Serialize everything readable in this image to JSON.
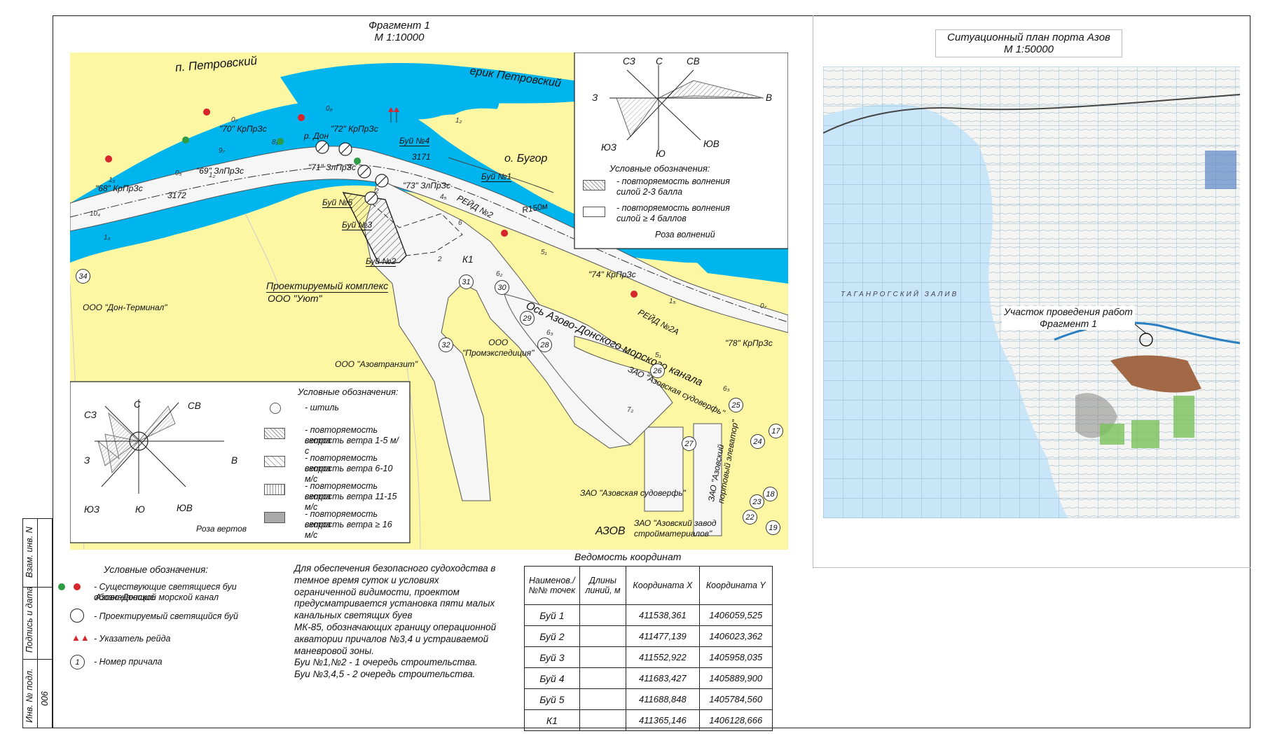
{
  "sidebar": {
    "vzam": "Взам. инв. N",
    "podpis": "Подпись и дата",
    "inv": "Инв. № подл.",
    "inv_value": "006"
  },
  "fragment": {
    "title": "Фрагмент 1",
    "scale": "М 1:10000"
  },
  "map_labels": {
    "petrovsky": "п. Петровский",
    "erik": "ерик Петровский",
    "bugor": "о. Бугор",
    "don": "р. Дон",
    "raid2": "РЕЙД №2",
    "raid2a": "РЕЙД №2А",
    "r150": "R150м",
    "axis": "Ось Азово-Донского морского канала",
    "complex": "Проектируемый комплекс",
    "complex2": "ООО \"Уют\"",
    "don_terminal": "ООО \"Дон-Терминал\"",
    "azovtranzit": "ООО \"Азовтранзит\"",
    "promexp": "ООО",
    "promexp2": "\"Промэкспедиция\"",
    "shipyard_zao_v": "ЗАО \"Азовская судоверфь\"",
    "shipyard_zao": "ЗАО \"Азовская судоверфь\"",
    "elevator": "ЗАО \"Азовский портовый элеватор\"",
    "plant": "ЗАО \"Азовский завод",
    "plant2": "стройматериалов\"",
    "azov": "АЗОВ",
    "k1": "К1",
    "p3171": "3171",
    "p3172": "3172"
  },
  "buoys_project": [
    {
      "label": "Буй №1"
    },
    {
      "label": "Буй №2"
    },
    {
      "label": "Буй №3"
    },
    {
      "label": "Буй №4"
    },
    {
      "label": "Буй №5"
    }
  ],
  "buoys_existing": [
    {
      "num": "\"68\"",
      "type": "КрПрЗс"
    },
    {
      "num": "\"70\"",
      "type": "КрПрЗс"
    },
    {
      "num": "\"72\"",
      "type": "КрПрЗс"
    },
    {
      "num": "\"74\"",
      "type": "КрПрЗс"
    },
    {
      "num": "\"78\"",
      "type": "КрПрЗс"
    },
    {
      "num": "\"69\"",
      "type": "ЗлПрЗс"
    },
    {
      "num": "\"71\"",
      "type": "ЗлПрЗс"
    },
    {
      "num": "\"73\"",
      "type": "ЗлПрЗс"
    }
  ],
  "berths": [
    "34",
    "31",
    "30",
    "29",
    "28",
    "32",
    "26",
    "25",
    "27",
    "24",
    "17",
    "23",
    "18",
    "22",
    "19"
  ],
  "depths": [
    "0₈",
    "1₂",
    "9₇",
    "8₁",
    "0₇",
    "1₃",
    "0₅",
    "1₂",
    "10₄",
    "1₃",
    "8",
    "2",
    "6₂",
    "6₃",
    "7₂",
    "5₁",
    "6₃",
    "1₅",
    "0₇",
    "5₁",
    "6",
    "4₅",
    "2"
  ],
  "wave_rose": {
    "dirs": {
      "n": "С",
      "ne": "СВ",
      "e": "В",
      "se": "ЮВ",
      "s": "Ю",
      "sw": "ЮЗ",
      "w": "З",
      "nw": "СЗ"
    },
    "legend_title": "Условные обозначения:",
    "items": [
      {
        "line1": "- повторяемость волнения",
        "line2": "силой  2-3 балла"
      },
      {
        "line1": "- повторяемость волнения",
        "line2": "силой  ≥ 4 баллов"
      }
    ],
    "caption": "Роза волнений"
  },
  "wind_rose": {
    "dirs": {
      "n": "С",
      "ne": "СВ",
      "e": "В",
      "se": "ЮВ",
      "s": "Ю",
      "sw": "ЮЗ",
      "w": "З",
      "nw": "СЗ"
    },
    "legend_title": "Условные обозначения:",
    "items": [
      {
        "line1": "- штиль",
        "line2": ""
      },
      {
        "line1": "- повторяемость ветра",
        "line2": "скорость ветра 1-5 м/с"
      },
      {
        "line1": "- повторяемость ветра",
        "line2": "скорость ветра 6-10 м/с"
      },
      {
        "line1": "- повторяемость ветра",
        "line2": "скорость ветра 11-15 м/с"
      },
      {
        "line1": "- повторяемость ветра",
        "line2": "скорость ветра ≥ 16 м/с"
      }
    ],
    "caption": "Роза вертов"
  },
  "situational_plan": {
    "title": "Ситуационный план порта Азов",
    "scale": "М 1:50000",
    "bay": "ТАГАНРОГСКИЙ ЗАЛИВ",
    "work_area": "Участок проведения работ",
    "work_area2": "Фрагмент 1"
  },
  "legend": {
    "title": "Условные обозначения:",
    "items": [
      {
        "text": "- Существующие светящиеся буи обозначающие",
        "text2": "Азово-Донской морской канал"
      },
      {
        "text": "- Проектируемый светящийся буй",
        "text2": ""
      },
      {
        "text": "- Указатель рейда",
        "text2": ""
      },
      {
        "text": "- Номер причала",
        "text2": ""
      }
    ],
    "berth_sample": "1"
  },
  "note": {
    "lines": [
      "Для обеспечения безопасного судоходства в",
      "темное время суток и условиях",
      "ограниченной видимости, проектом",
      "предусматривается установка пяти малых",
      "канальных светящих буев",
      "МК-85, обозначающих границу операционной",
      "акватории причалов №3,4 и устраиваемой",
      "маневровой зоны.",
      "Буи №1,№2 - 1 очередь строительства.",
      "Буи №3,4,5 - 2 очередь строительства."
    ]
  },
  "coords_table": {
    "title": "Ведомость координат",
    "headers": [
      "Наименов./ №№ точек",
      "Длины линий, м",
      "Координата X",
      "Координата Y"
    ],
    "rows": [
      {
        "name": "Буй 1",
        "len": "",
        "x": "411538,361",
        "y": "1406059,525"
      },
      {
        "name": "Буй 2",
        "len": "",
        "x": "411477,139",
        "y": "1406023,362"
      },
      {
        "name": "Буй 3",
        "len": "",
        "x": "411552,922",
        "y": "1405958,035"
      },
      {
        "name": "Буй 4",
        "len": "",
        "x": "411683,427",
        "y": "1405889,900"
      },
      {
        "name": "Буй 5",
        "len": "",
        "x": "411688,848",
        "y": "1405784,560"
      },
      {
        "name": "К1",
        "len": "",
        "x": "411365,146",
        "y": "1406128,666"
      }
    ]
  },
  "colors": {
    "water": "#00b4ee",
    "land": "#fdf6a3",
    "buoy_red": "#d8262d",
    "buoy_green": "#2e9b45",
    "topo_water": "#c8e6f8",
    "city": "#9a5a34",
    "forest": "#79c25a"
  }
}
